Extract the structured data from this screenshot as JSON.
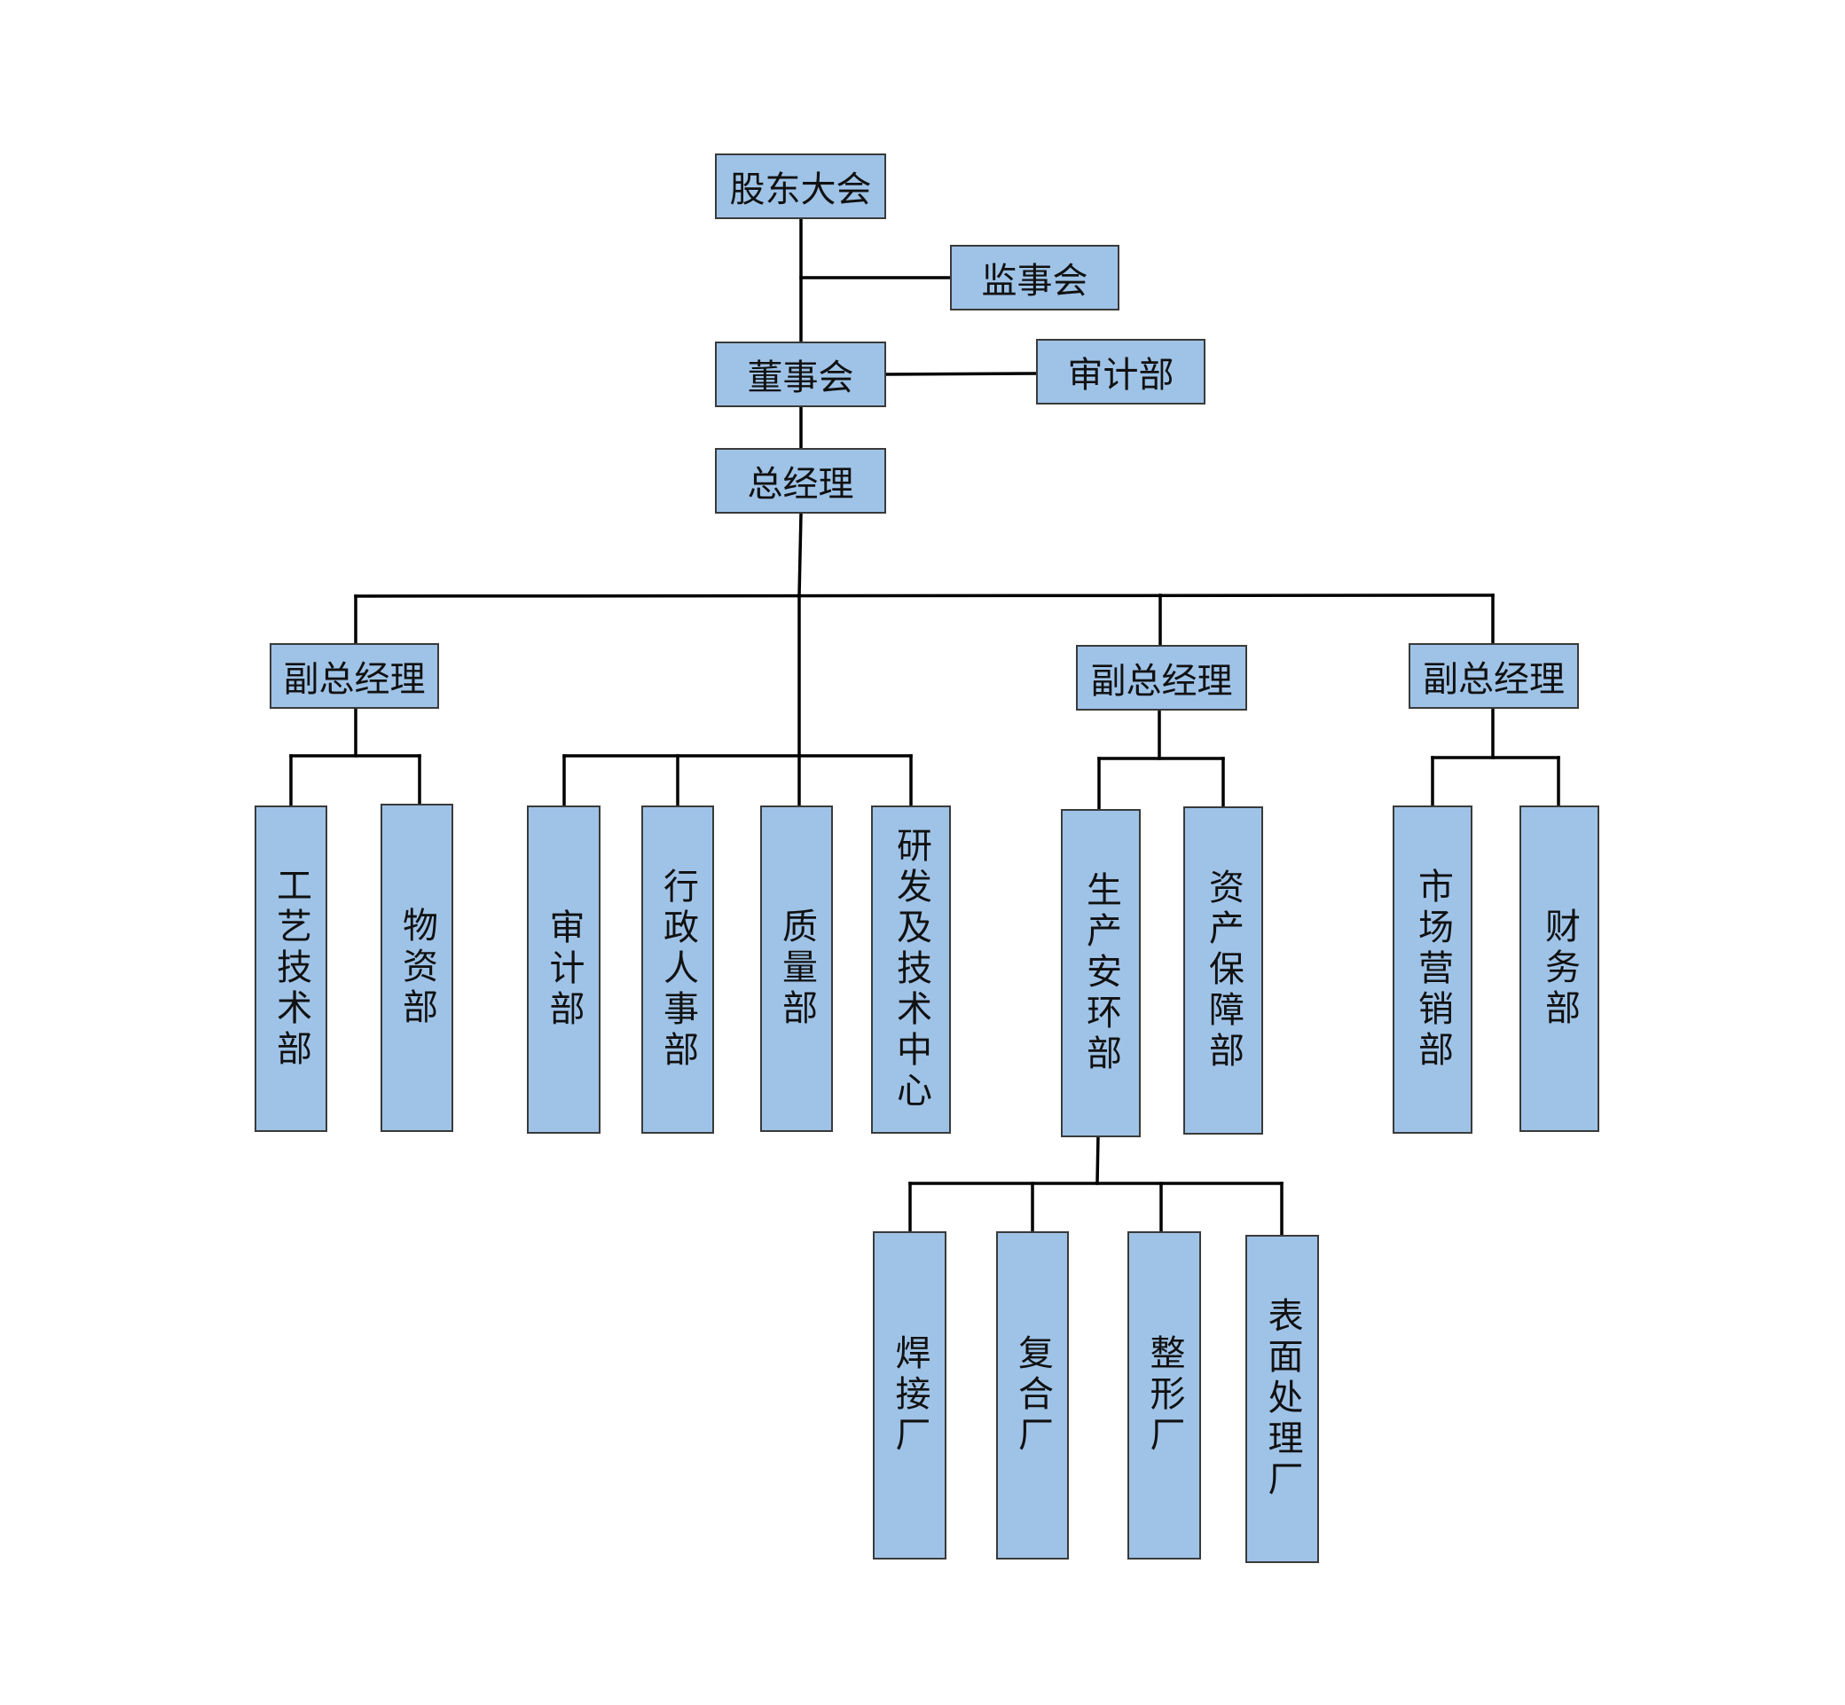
{
  "colors": {
    "box_fill": "#9fc3e7",
    "box_border": "#3a3a3a",
    "line": "#000000",
    "text": "#111111"
  },
  "org": {
    "shareholders": "股东大会",
    "supervisors": "监事会",
    "board": "董事会",
    "audit_board": "审计部",
    "gm": "总经理",
    "vgm_left": "副总经理",
    "vgm_mid": "副总经理",
    "vgm_right": "副总经理",
    "dept": {
      "process_tech": "工艺技术部",
      "materials": "物资部",
      "audit": "审计部",
      "admin_hr": "行政人事部",
      "quality": "质量部",
      "rd_center": "研发及技术中心",
      "safety_env": "生产安环部",
      "asset_support": "资产保障部",
      "marketing": "市场营销部",
      "finance": "财务部"
    },
    "plants": {
      "welding": "焊接厂",
      "composite": "复合厂",
      "shaping": "整形厂",
      "surface": "表面处理厂"
    }
  }
}
